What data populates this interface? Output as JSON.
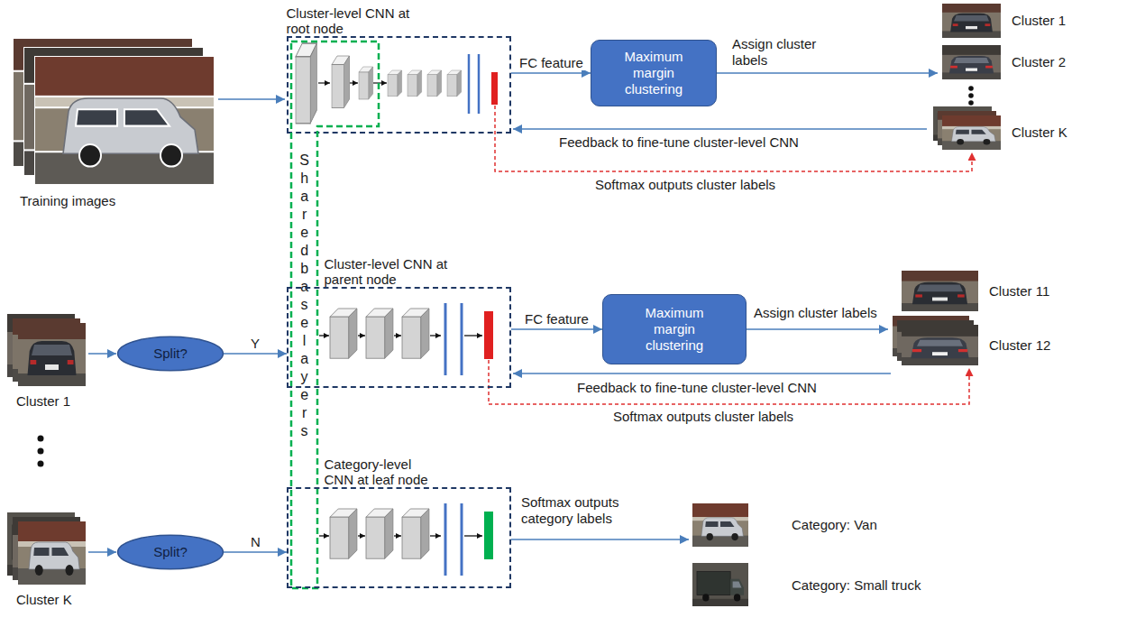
{
  "diagram": {
    "nodes": [
      {
        "text": [
          "Cluster-level CNN at root node"
        ]
      },
      {
        "text": [
          "Maximum margin clustering"
        ]
      },
      {
        "text": [
          "Shared base layers"
        ]
      },
      {
        "text": [
          "Split?"
        ]
      },
      {
        "text": [
          "Cluster-level CNN at parent node"
        ]
      },
      {
        "text": [
          "Maximum margin clustering"
        ]
      },
      {
        "text": [
          "Split?"
        ]
      },
      {
        "text": [
          "Category-level CNN at leaf node"
        ]
      }
    ],
    "edges": [
      {
        "from": 0,
        "to": 1,
        "arrow": "to",
        "label": "FC feature"
      },
      {
        "from": 3,
        "to": 4,
        "arrow": "to",
        "label": "Y"
      },
      {
        "from": 4,
        "to": 5,
        "arrow": "to",
        "label": "FC feature"
      },
      {
        "from": 6,
        "to": 7,
        "arrow": "to",
        "label": "N"
      }
    ],
    "labels": [
      "Training images",
      "Assign cluster labels",
      "Cluster 1",
      "Cluster 2",
      "Cluster K",
      "Feedback to fine-tune cluster-level CNN",
      "Softmax outputs cluster labels",
      "Cluster 1",
      "Assign cluster labels",
      "Cluster 11",
      "Cluster 12",
      "Feedback to fine-tune cluster-level CNN",
      "Softmax outputs cluster labels",
      "Cluster K",
      "Softmax outputs category labels",
      "Category: Van",
      "Category: Small truck"
    ]
  }
}
